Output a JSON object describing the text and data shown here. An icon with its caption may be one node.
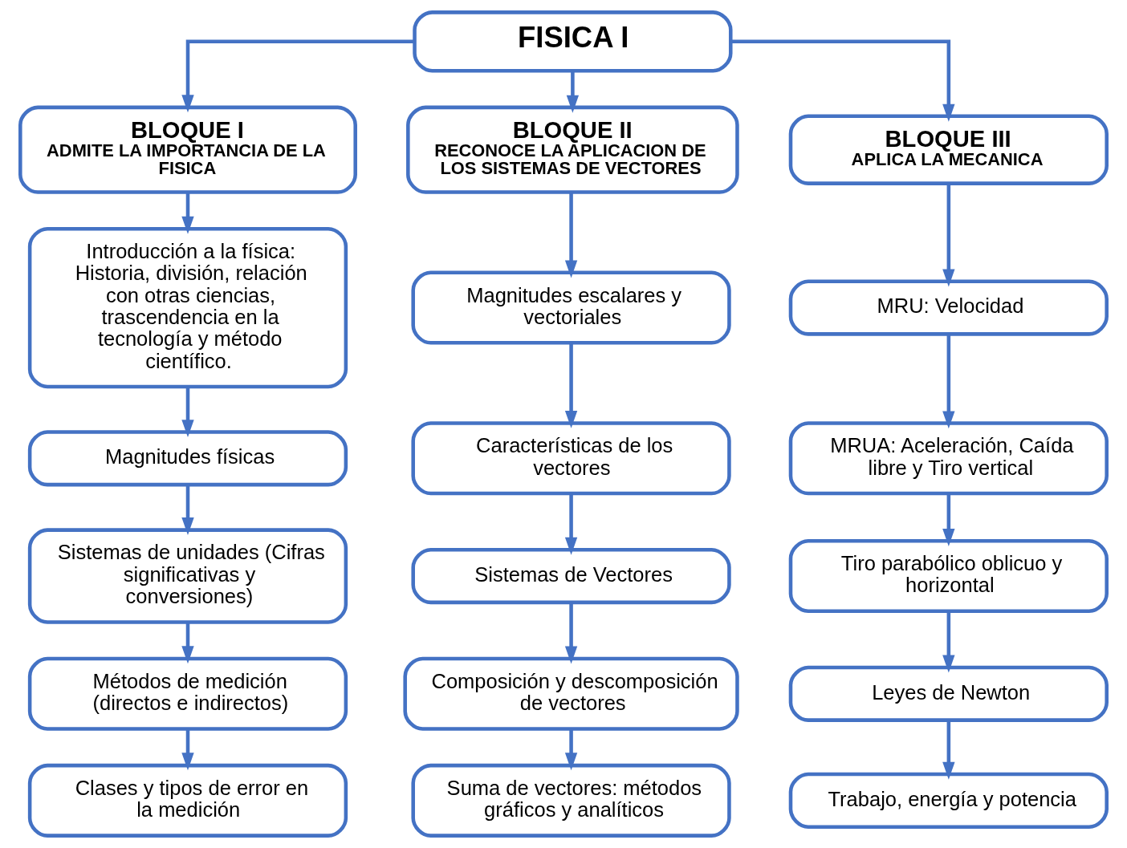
{
  "diagram": {
    "nodes": [
      {
        "text": [
          "FISICA I"
        ]
      },
      {
        "text": [
          "BLOQUE I",
          "ADMITE LA IMPORTANCIA DE LA FISICA"
        ]
      },
      {
        "text": [
          "BLOQUE II",
          "RECONOCE LA APLICACION DE LOS SISTEMAS DE VECTORES"
        ]
      },
      {
        "text": [
          "BLOQUE III",
          "APLICA LA MECANICA"
        ]
      },
      {
        "text": [
          "Introducción a la física: Historia, división, relación con otras ciencias, trascendencia en la tecnología y método científico."
        ]
      },
      {
        "text": [
          "Magnitudes físicas"
        ]
      },
      {
        "text": [
          "Sistemas de unidades (Cifras significativas y conversiones)"
        ]
      },
      {
        "text": [
          "Métodos de medición (directos e indirectos)"
        ]
      },
      {
        "text": [
          "Clases y tipos de error en la medición"
        ]
      },
      {
        "text": [
          "Magnitudes escalares y vectoriales"
        ]
      },
      {
        "text": [
          "Características de los vectores"
        ]
      },
      {
        "text": [
          "Sistemas de Vectores"
        ]
      },
      {
        "text": [
          "Composición y descomposición de vectores"
        ]
      },
      {
        "text": [
          "Suma de vectores: métodos gráficos y analíticos"
        ]
      },
      {
        "text": [
          "MRU: Velocidad"
        ]
      },
      {
        "text": [
          "MRUA: Aceleración, Caída libre y Tiro vertical"
        ]
      },
      {
        "text": [
          "Tiro parabólico oblicuo y horizontal"
        ]
      },
      {
        "text": [
          "Leyes de Newton"
        ]
      },
      {
        "text": [
          "Trabajo, energía y potencia"
        ]
      }
    ],
    "edges": [
      {
        "from": 0,
        "to": 1,
        "arrow": "to"
      },
      {
        "from": 0,
        "to": 2,
        "arrow": "to"
      },
      {
        "from": 0,
        "to": 3,
        "arrow": "to"
      },
      {
        "from": 1,
        "to": 4,
        "arrow": "to"
      },
      {
        "from": 4,
        "to": 5,
        "arrow": "to"
      },
      {
        "from": 5,
        "to": 6,
        "arrow": "to"
      },
      {
        "from": 6,
        "to": 7,
        "arrow": "to"
      },
      {
        "from": 7,
        "to": 8,
        "arrow": "to"
      },
      {
        "from": 2,
        "to": 9,
        "arrow": "to"
      },
      {
        "from": 9,
        "to": 10,
        "arrow": "to"
      },
      {
        "from": 10,
        "to": 11,
        "arrow": "to"
      },
      {
        "from": 11,
        "to": 12,
        "arrow": "to"
      },
      {
        "from": 12,
        "to": 13,
        "arrow": "to"
      },
      {
        "from": 3,
        "to": 14,
        "arrow": "to"
      },
      {
        "from": 14,
        "to": 15,
        "arrow": "to"
      },
      {
        "from": 15,
        "to": 16,
        "arrow": "to"
      },
      {
        "from": 16,
        "to": 17,
        "arrow": "to"
      },
      {
        "from": 17,
        "to": 18,
        "arrow": "to"
      }
    ]
  }
}
